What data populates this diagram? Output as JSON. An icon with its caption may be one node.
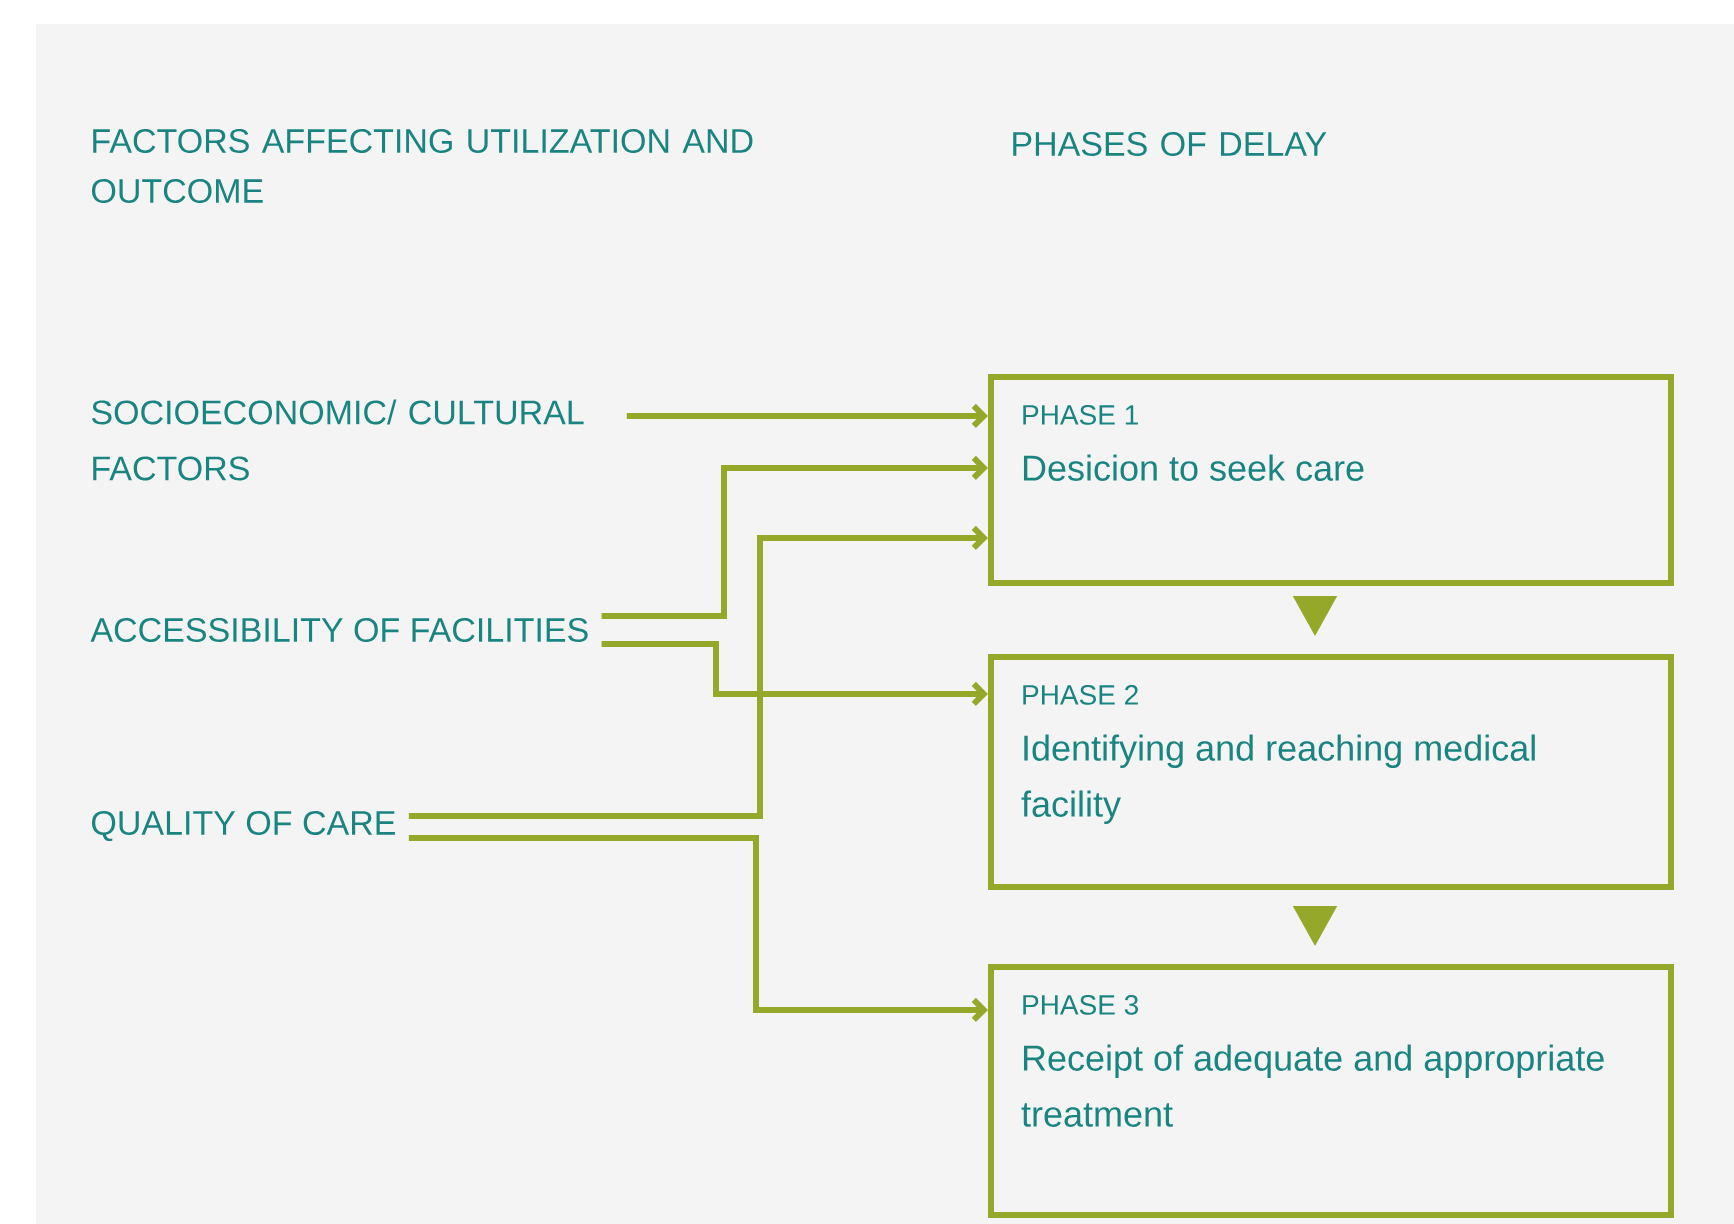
{
  "diagram": {
    "nodes": [
      {
        "text": [
          "SOCIOECONOMIC/ CULTURAL FACTORS"
        ]
      },
      {
        "text": [
          "ACCESSIBILITY OF FACILITIES"
        ]
      },
      {
        "text": [
          "QUALITY OF CARE"
        ]
      },
      {
        "text": [
          "PHASE 1",
          "Desicion to seek care"
        ]
      },
      {
        "text": [
          "PHASE 2",
          "Identifying and reaching medical facility"
        ]
      },
      {
        "text": [
          "PHASE 3",
          "Receipt of adequate and appropriate treatment"
        ]
      }
    ],
    "edges": [
      {
        "from": 0,
        "to": 3,
        "arrow": "to"
      },
      {
        "from": 1,
        "to": 3,
        "arrow": "to"
      },
      {
        "from": 1,
        "to": 4,
        "arrow": "to"
      },
      {
        "from": 2,
        "to": 3,
        "arrow": "to"
      },
      {
        "from": 2,
        "to": 5,
        "arrow": "to"
      },
      {
        "from": 3,
        "to": 4,
        "arrow": "to"
      },
      {
        "from": 4,
        "to": 5,
        "arrow": "to"
      }
    ],
    "labels": [
      "FACTORS AFFECTING UTILIZATION AND OUTCOME",
      "PHASES OF DELAY"
    ]
  }
}
